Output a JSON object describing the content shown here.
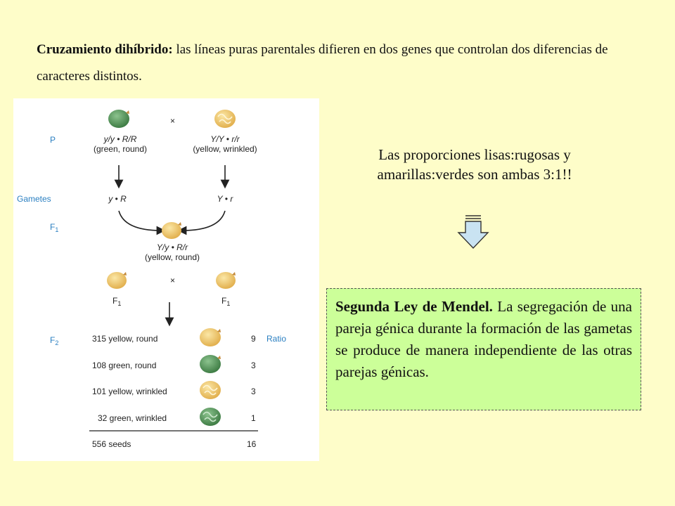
{
  "intro": {
    "bold": "Cruzamiento dihíbrido:",
    "text": " las líneas puras parentales difieren en dos genes que controlan dos diferencias de caracteres distintos."
  },
  "figure": {
    "labels": {
      "p": "P",
      "gametes": "Gametes",
      "f1": "F",
      "f1_sub": "1",
      "f2": "F",
      "f2_sub": "2",
      "ratio": "Ratio",
      "cross": "×"
    },
    "parents": [
      {
        "genotype": "y/y • R/R",
        "phenotype": "(green, round)"
      },
      {
        "genotype": "Y/Y • r/r",
        "phenotype": "(yellow, wrinkled)"
      }
    ],
    "gametes": [
      "y • R",
      "Y • r"
    ],
    "f1": {
      "genotype": "Y/y • R/r",
      "phenotype": "(yellow, round)"
    },
    "f1_cross_labels": [
      "F",
      "F"
    ],
    "f1_cross_sub": "1",
    "f2_rows": [
      {
        "label": "315 yellow, round",
        "ratio": "9",
        "seed": "yellow-round"
      },
      {
        "label": "108 green, round",
        "ratio": "3",
        "seed": "green-round"
      },
      {
        "label": "101 yellow, wrinkled",
        "ratio": "3",
        "seed": "yellow-wrinkled"
      },
      {
        "label": "32 green, wrinkled",
        "ratio": "1",
        "seed": "green-wrinkled"
      }
    ],
    "total": {
      "label": "556 seeds",
      "ratio": "16"
    },
    "colors": {
      "yellow_seed": "#f1c96d",
      "green_seed": "#5e9e63",
      "label_blue": "#2a7fc1"
    }
  },
  "ratio_statement": {
    "line1": "Las proporciones lisas:rugosas y",
    "line2": "amarillas:verdes son ambas 3:1!!"
  },
  "law": {
    "bold": "Segunda Ley de Mendel.",
    "text": " La segregación de una pareja génica durante la formación de las gametas se produce de manera independiente de las otras parejas génicas."
  },
  "colors": {
    "background": "#fefdc9",
    "law_box": "#ccff99",
    "arrow_fill": "#c9e3f2"
  }
}
